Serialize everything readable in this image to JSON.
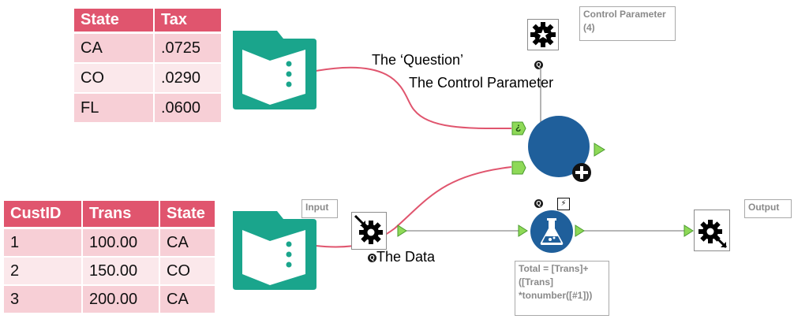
{
  "tax_table": {
    "headers": [
      "State",
      "Tax"
    ],
    "rows": [
      [
        "CA",
        ".0725"
      ],
      [
        "CO",
        ".0290"
      ],
      [
        "FL",
        ".0600"
      ]
    ]
  },
  "trans_table": {
    "headers": [
      "CustID",
      "Trans",
      "State"
    ],
    "rows": [
      [
        "1",
        "100.00",
        "CA"
      ],
      [
        "2",
        "150.00",
        "CO"
      ],
      [
        "3",
        "200.00",
        "CA"
      ]
    ]
  },
  "labels": {
    "question": "The ‘Question’",
    "control_parameter": "The Control Parameter",
    "the_data": "The Data"
  },
  "annotations": {
    "control_parameter_tool": "Control Parameter (4)",
    "input_tool": "Input",
    "output_tool": "Output",
    "formula": "Total = [Trans]+ ([Trans] *tonumber([#1]))"
  },
  "badges": {
    "q": "Q",
    "lightning": "⚡",
    "question_anchor": "¿"
  },
  "colors": {
    "table_header": "#e0556e",
    "table_row_odd": "#f7cfd6",
    "table_row_even": "#fbe8eb",
    "connector_pink": "#e0556e",
    "folder_teal": "#1aa58c",
    "macro_blue": "#1f5f9b",
    "anchor_green": "#8ed957"
  },
  "icons": [
    "input-folder-icon",
    "control-parameter-gear-icon",
    "batch-macro-icon",
    "formula-flask-icon",
    "input-gear-icon",
    "output-gear-icon"
  ]
}
